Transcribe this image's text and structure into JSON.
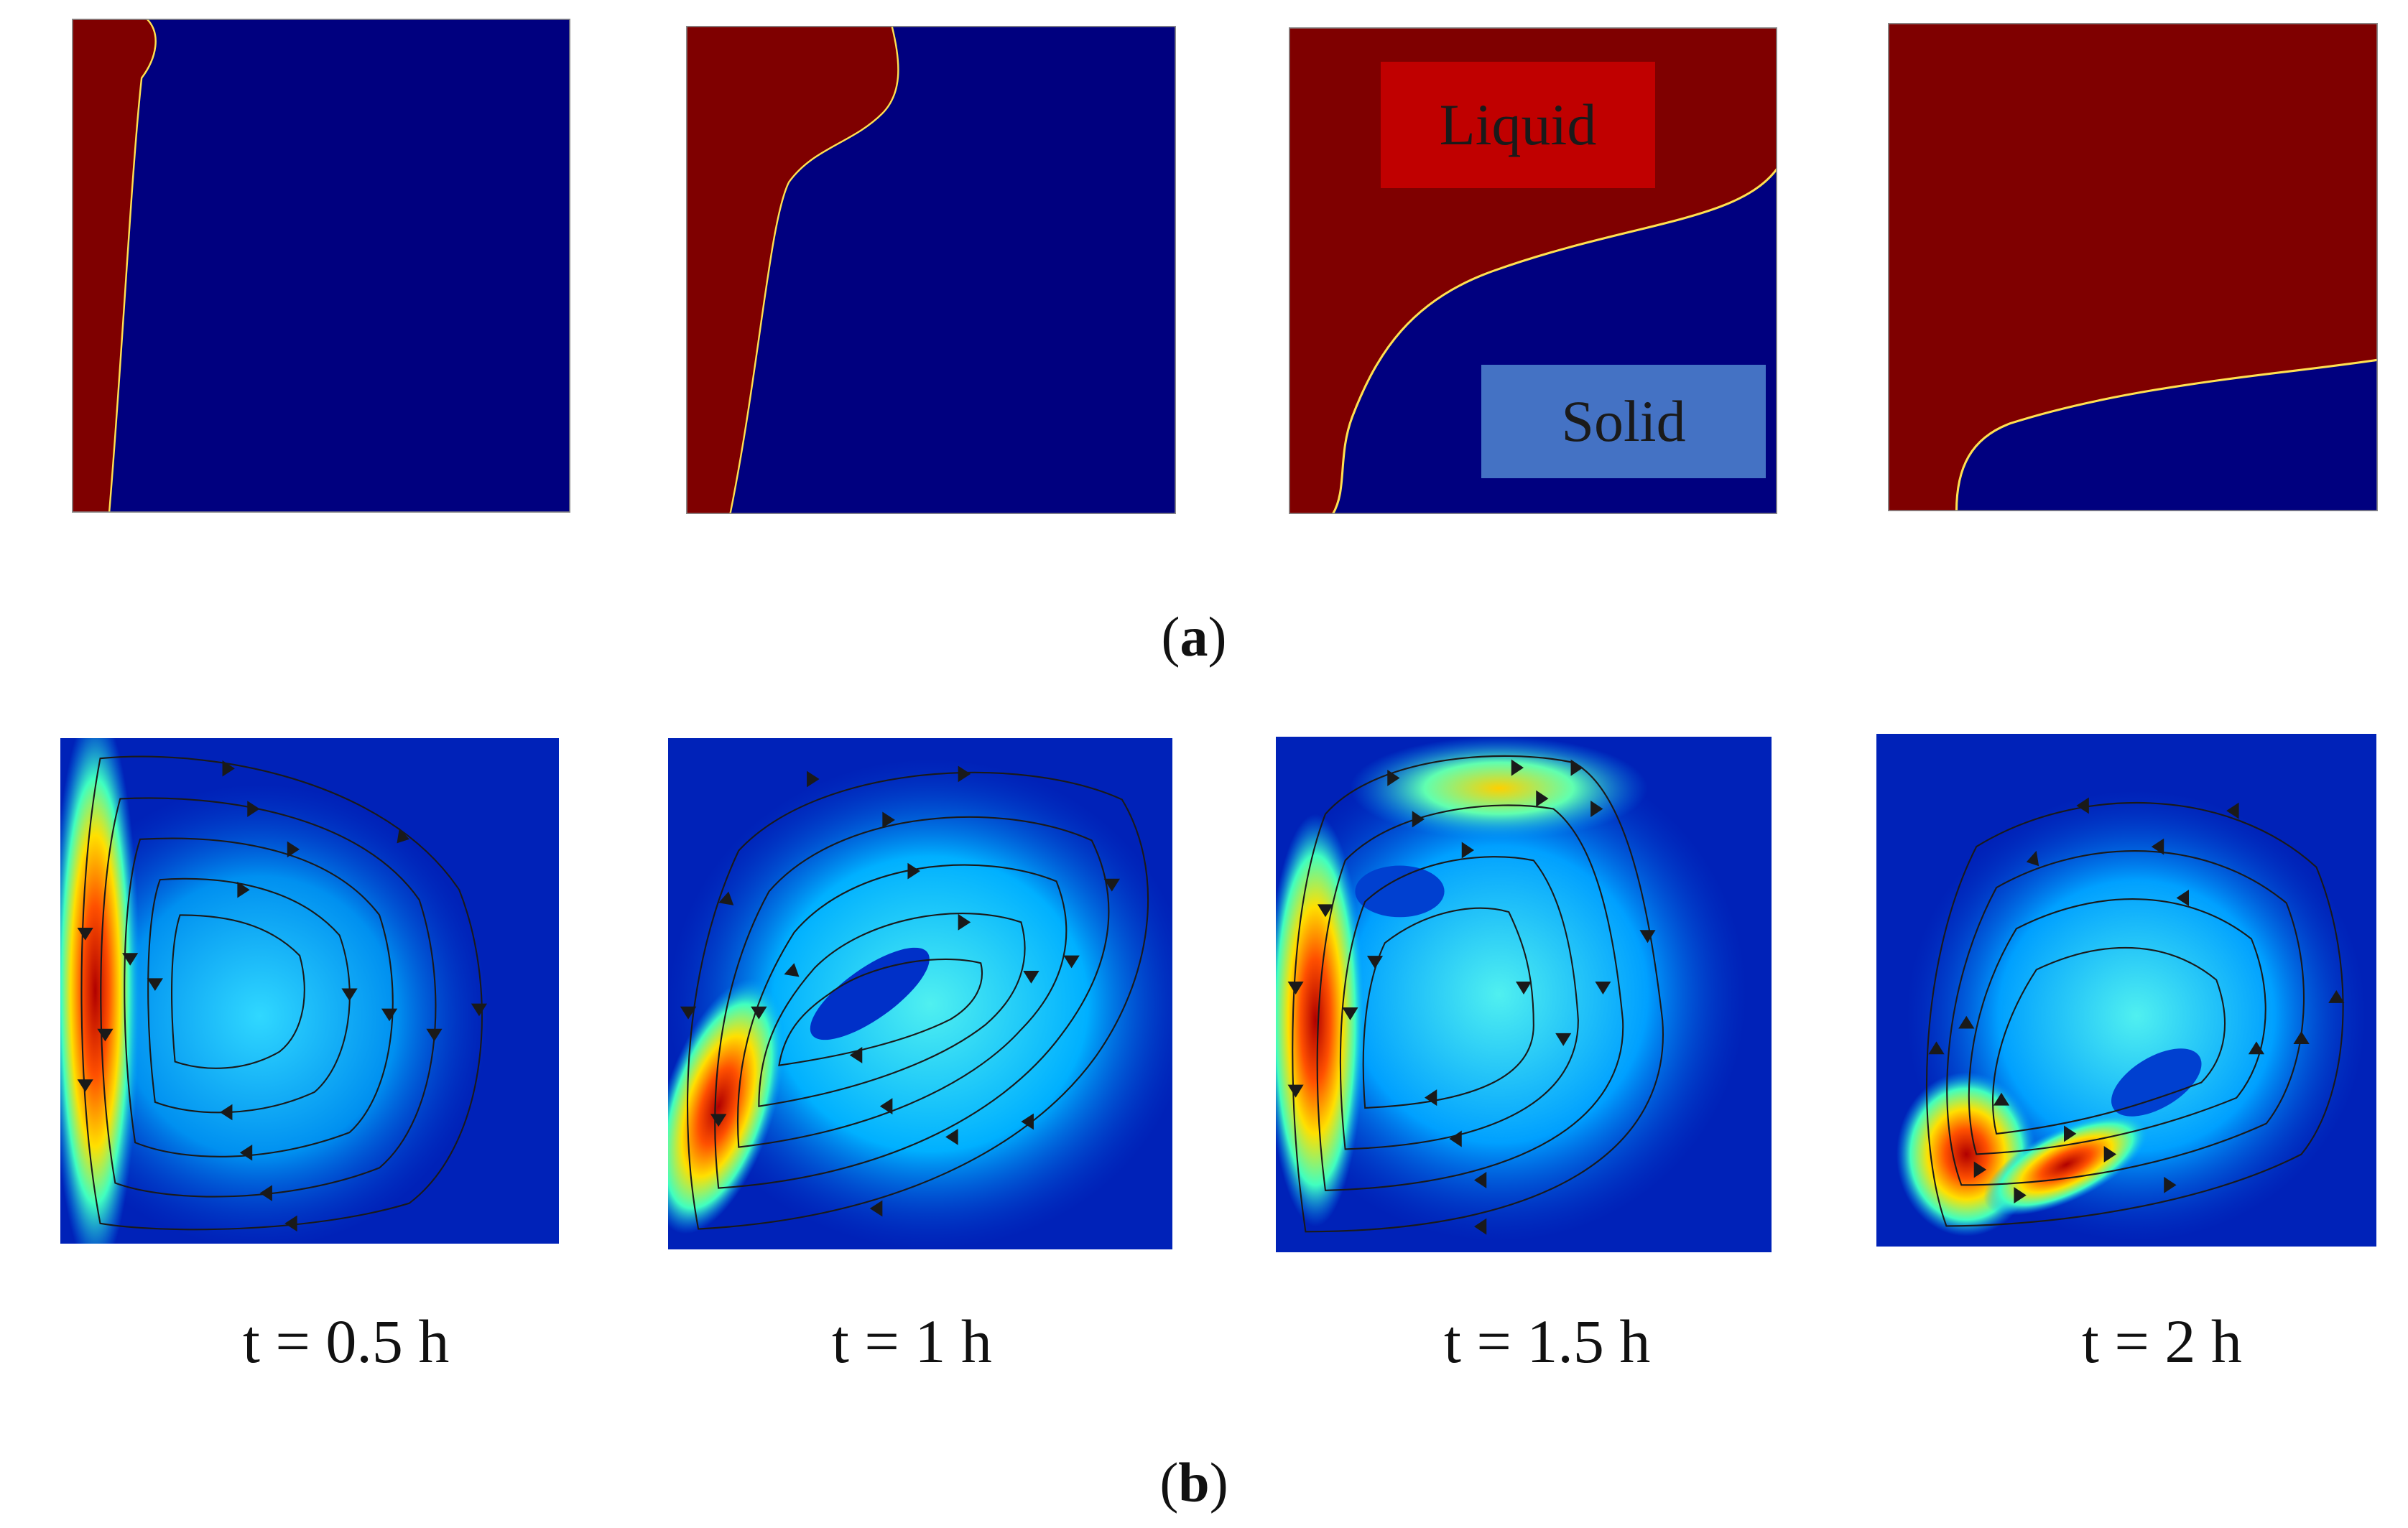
{
  "figure": {
    "row_a": {
      "caption": "a",
      "labels": {
        "liquid": "Liquid",
        "solid": "Solid"
      },
      "colors": {
        "liquid": "#7f0000",
        "solid": "#00007f",
        "liquid_tag": "#c00000",
        "solid_tag": "#4472c4"
      }
    },
    "row_b": {
      "caption": "b",
      "times": [
        "t = 0.5 h",
        "t = 1 h",
        "t = 1.5 h",
        "t = 2 h"
      ]
    }
  }
}
